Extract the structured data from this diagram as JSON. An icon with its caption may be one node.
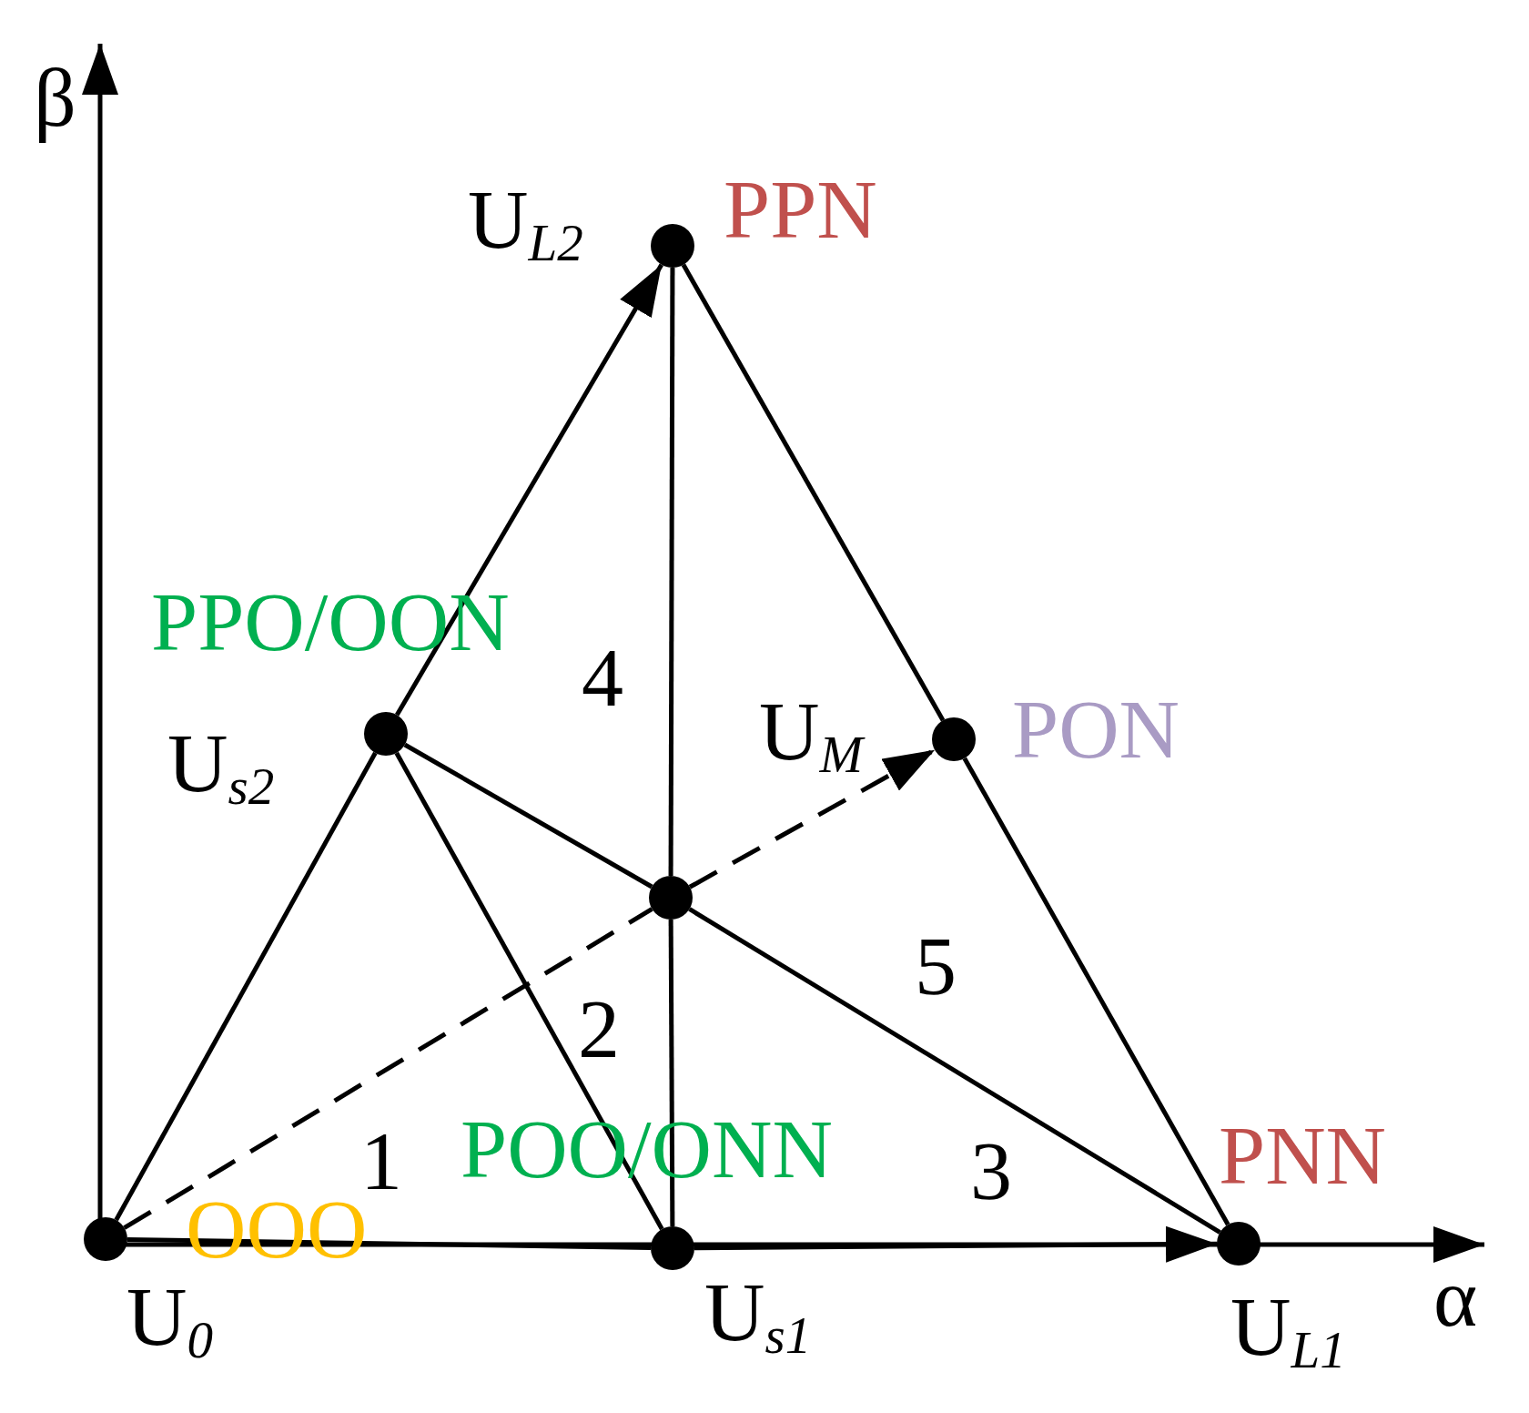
{
  "diagram": {
    "nodes": [
      {
        "text": [],
        "shape": "circle",
        "beside": [
          "U$_{0}$",
          "OOO"
        ]
      },
      {
        "text": [],
        "shape": "circle",
        "beside": [
          "U$_{s1}$",
          "POO/ONN"
        ]
      },
      {
        "text": [],
        "shape": "circle",
        "beside": [
          "U$_{L1}$",
          "PNN"
        ]
      },
      {
        "text": [],
        "shape": "circle",
        "beside": [
          "U$_{s2}$",
          "PPO/OON"
        ]
      },
      {
        "text": [],
        "shape": "circle"
      },
      {
        "text": [],
        "shape": "circle",
        "beside": [
          "PON"
        ]
      },
      {
        "text": [],
        "shape": "circle",
        "beside": [
          "U$_{L2}$",
          "PPN"
        ]
      }
    ],
    "edges": [
      {
        "from": 0,
        "to": 3,
        "arrow": "none"
      },
      {
        "from": 3,
        "to": 6,
        "arrow": "to"
      },
      {
        "from": 0,
        "to": 1,
        "arrow": "none"
      },
      {
        "from": 1,
        "to": 2,
        "arrow": "to"
      },
      {
        "from": 1,
        "to": 4,
        "arrow": "none"
      },
      {
        "from": 4,
        "to": 6,
        "arrow": "none"
      },
      {
        "from": 3,
        "to": 1,
        "arrow": "none"
      },
      {
        "from": 3,
        "to": 4,
        "arrow": "none"
      },
      {
        "from": 4,
        "to": 2,
        "arrow": "none"
      },
      {
        "from": 6,
        "to": 5,
        "arrow": "none"
      },
      {
        "from": 5,
        "to": 2,
        "arrow": "none"
      },
      {
        "from": 0,
        "to": 4,
        "arrow": "none",
        "style": "dashed"
      },
      {
        "from": 4,
        "to": 5,
        "arrow": "to",
        "style": "dashed"
      }
    ],
    "labels": [
      "β",
      "4",
      "U$_{M}$",
      "5",
      "2",
      "1",
      "3",
      "α"
    ]
  }
}
